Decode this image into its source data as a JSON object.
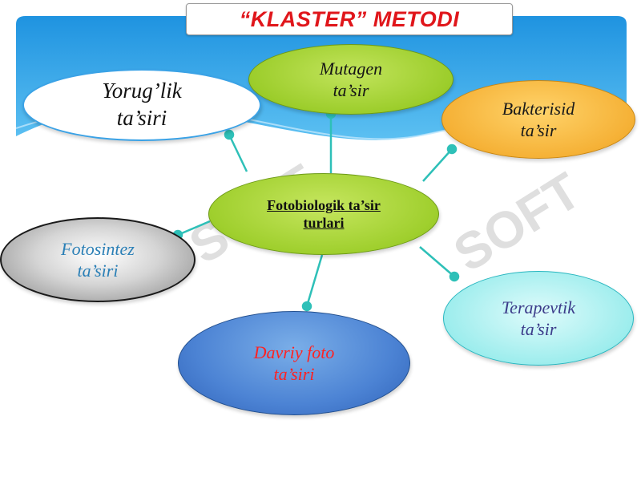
{
  "slide": {
    "title": "“KLASTER”  METODI",
    "colors": {
      "title_red": "#e0161b",
      "banner_blue": "#2aa0e8",
      "connector_teal": "#2ec0b8"
    }
  },
  "cluster": {
    "center": {
      "line1": "Fotobiologik ta’sir",
      "line2": "turlari"
    },
    "nodes": [
      {
        "id": "yorug",
        "line1": "Yorug’lik",
        "line2": "ta’siri"
      },
      {
        "id": "mutagen",
        "line1": "Mutagen",
        "line2": "ta’sir"
      },
      {
        "id": "bakterisid",
        "line1": "Bakterisid",
        "line2": "ta’sir"
      },
      {
        "id": "fotosintez",
        "line1": "Fotosintez",
        "line2": "ta’siri"
      },
      {
        "id": "terapevtik",
        "line1": "Terapevtik",
        "line2": "ta’sir"
      },
      {
        "id": "davriy",
        "line1": "Davriy foto",
        "line2": "ta’siri"
      }
    ]
  },
  "watermark": {
    "text": "SOFT"
  }
}
